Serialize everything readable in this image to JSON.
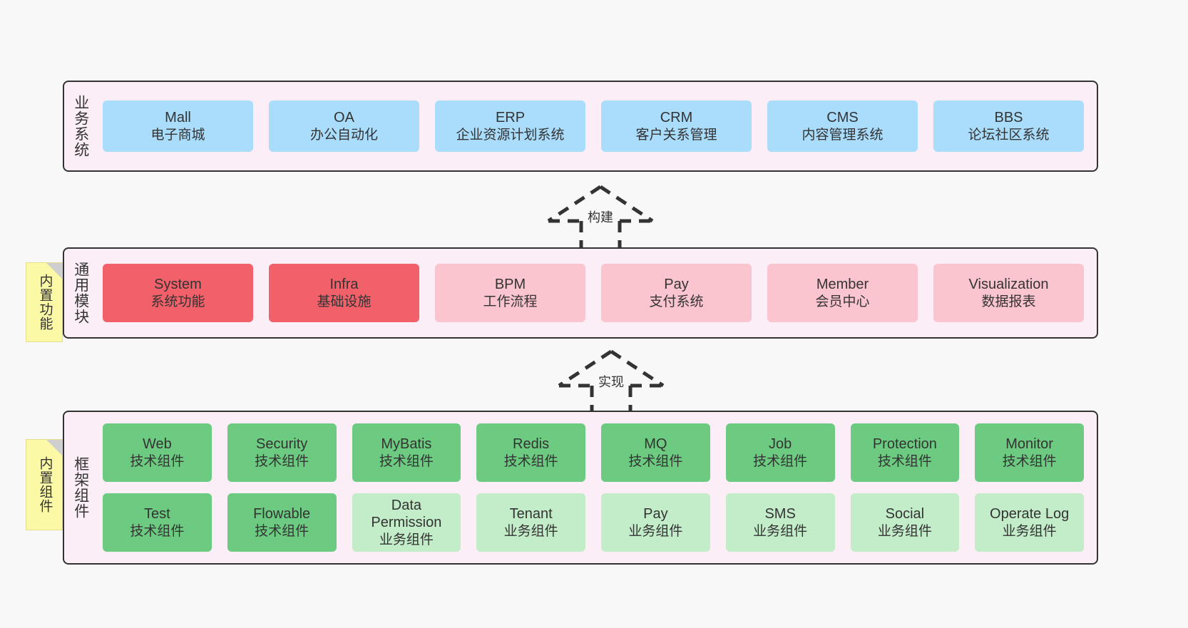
{
  "diagram": {
    "background_color": "#f8f8f8",
    "panel_color": "#fbeef6",
    "border_color": "#333333"
  },
  "layers": [
    {
      "id": "business",
      "title": "业务系统",
      "rows": [
        {
          "cards": [
            {
              "title": "Mall",
              "subtitle": "电子商城",
              "color": "#aadcfb",
              "style": "blue"
            },
            {
              "title": "OA",
              "subtitle": "办公自动化",
              "color": "#aadcfb",
              "style": "blue"
            },
            {
              "title": "ERP",
              "subtitle": "企业资源计划系统",
              "color": "#aadcfb",
              "style": "blue"
            },
            {
              "title": "CRM",
              "subtitle": "客户关系管理",
              "color": "#aadcfb",
              "style": "blue"
            },
            {
              "title": "CMS",
              "subtitle": "内容管理系统",
              "color": "#aadcfb",
              "style": "blue"
            },
            {
              "title": "BBS",
              "subtitle": "论坛社区系统",
              "color": "#aadcfb",
              "style": "blue"
            }
          ]
        }
      ]
    },
    {
      "id": "common",
      "title": "通用模块",
      "note": "内置功能",
      "rows": [
        {
          "cards": [
            {
              "title": "System",
              "subtitle": "系统功能",
              "color": "#f2606a",
              "style": "red"
            },
            {
              "title": "Infra",
              "subtitle": "基础设施",
              "color": "#f2606a",
              "style": "red"
            },
            {
              "title": "BPM",
              "subtitle": "工作流程",
              "color": "#fbc5cf",
              "style": "pink"
            },
            {
              "title": "Pay",
              "subtitle": "支付系统",
              "color": "#fbc5cf",
              "style": "pink"
            },
            {
              "title": "Member",
              "subtitle": "会员中心",
              "color": "#fbc5cf",
              "style": "pink"
            },
            {
              "title": "Visualization",
              "subtitle": "数据报表",
              "color": "#fbc5cf",
              "style": "pink"
            }
          ]
        }
      ]
    },
    {
      "id": "framework",
      "title": "框架组件",
      "note": "内置组件",
      "rows": [
        {
          "cards": [
            {
              "title": "Web",
              "subtitle": "技术组件",
              "color": "#6ccb80",
              "style": "green"
            },
            {
              "title": "Security",
              "subtitle": "技术组件",
              "color": "#6ccb80",
              "style": "green"
            },
            {
              "title": "MyBatis",
              "subtitle": "技术组件",
              "color": "#6ccb80",
              "style": "green"
            },
            {
              "title": "Redis",
              "subtitle": "技术组件",
              "color": "#6ccb80",
              "style": "green"
            },
            {
              "title": "MQ",
              "subtitle": "技术组件",
              "color": "#6ccb80",
              "style": "green"
            },
            {
              "title": "Job",
              "subtitle": "技术组件",
              "color": "#6ccb80",
              "style": "green"
            },
            {
              "title": "Protection",
              "subtitle": "技术组件",
              "color": "#6ccb80",
              "style": "green"
            },
            {
              "title": "Monitor",
              "subtitle": "技术组件",
              "color": "#6ccb80",
              "style": "green"
            }
          ]
        },
        {
          "cards": [
            {
              "title": "Test",
              "subtitle": "技术组件",
              "color": "#6ccb80",
              "style": "green"
            },
            {
              "title": "Flowable",
              "subtitle": "技术组件",
              "color": "#6ccb80",
              "style": "green"
            },
            {
              "title": "Data Permission",
              "subtitle": "业务组件",
              "color": "#c3ecc9",
              "style": "lightgreen"
            },
            {
              "title": "Tenant",
              "subtitle": "业务组件",
              "color": "#c3ecc9",
              "style": "lightgreen"
            },
            {
              "title": "Pay",
              "subtitle": "业务组件",
              "color": "#c3ecc9",
              "style": "lightgreen"
            },
            {
              "title": "SMS",
              "subtitle": "业务组件",
              "color": "#c3ecc9",
              "style": "lightgreen"
            },
            {
              "title": "Social",
              "subtitle": "业务组件",
              "color": "#c3ecc9",
              "style": "lightgreen"
            },
            {
              "title": "Operate Log",
              "subtitle": "业务组件",
              "color": "#c3ecc9",
              "style": "lightgreen"
            }
          ]
        }
      ]
    }
  ],
  "arrows": [
    {
      "id": "build",
      "label": "构建",
      "direction": "up",
      "style": "dashed"
    },
    {
      "id": "impl",
      "label": "实现",
      "direction": "up",
      "style": "dashed"
    }
  ]
}
